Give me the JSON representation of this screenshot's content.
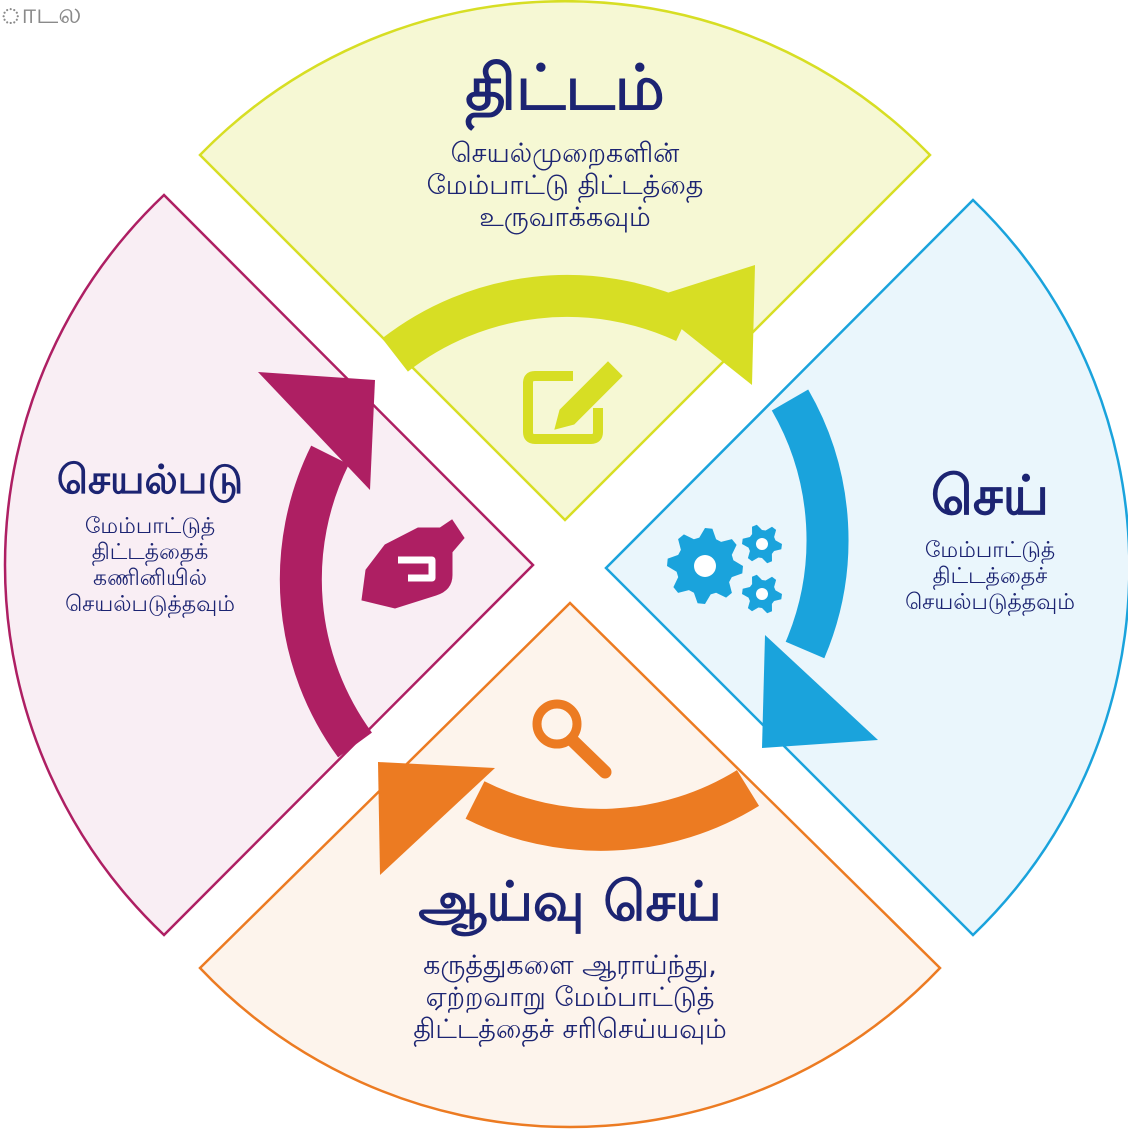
{
  "corner_label": "ாடல",
  "quadrants": {
    "plan": {
      "title": "திட்டம்",
      "desc": [
        "செயல்முறைகளின்",
        "மேம்பாட்டு திட்டத்தை",
        "உருவாக்கவும்"
      ],
      "color": "#d7de24",
      "fill": "#f6f8d4",
      "icon": "edit-icon"
    },
    "do": {
      "title": "செய்",
      "desc": [
        "மேம்பாட்டுத்",
        "திட்டத்தைச்",
        "செயல்படுத்தவும்"
      ],
      "color": "#1aa3dc",
      "fill": "#eaf6fc",
      "icon": "gears-icon"
    },
    "check": {
      "title": "ஆய்வு செய்",
      "desc": [
        "கருத்துகளை ஆராய்ந்து,",
        "ஏற்றவாறு மேம்பாட்டுத்",
        "திட்டத்தைச் சரிசெய்யவும்"
      ],
      "color": "#ec7b22",
      "fill": "#fdf4ec",
      "icon": "search-icon"
    },
    "act": {
      "title": "செயல்படு",
      "desc": [
        "மேம்பாட்டுத்",
        "திட்டத்தைக்",
        "கணினியில்",
        "செயல்படுத்தவும்"
      ],
      "color": "#ae1f63",
      "fill": "#f9eef4",
      "icon": "handshake-icon"
    }
  },
  "text_color": "#1c2472"
}
